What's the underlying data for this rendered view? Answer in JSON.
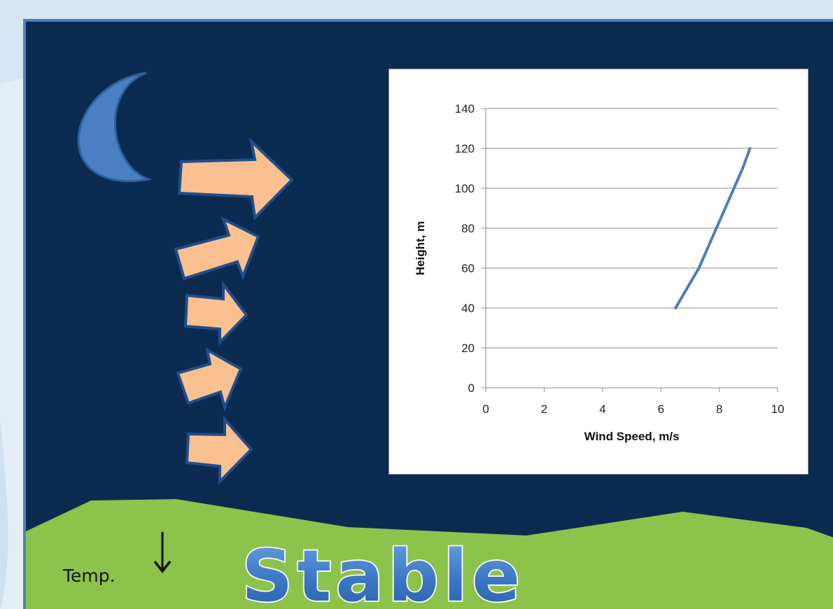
{
  "scene": {
    "colors": {
      "sky": "#0a2a50",
      "ground": "#8cc34a",
      "moon": "#4a7fc1",
      "arrow_fill": "#fac090",
      "arrow_stroke": "#1f4e8a",
      "stable_text": "#3a76c4"
    },
    "icons": [
      "moon-icon",
      "wind-arrow-icon",
      "down-arrow-icon"
    ],
    "temp_label": "Temp.",
    "stability_label": "Stable"
  },
  "chart_data": {
    "type": "line",
    "xlabel": "Wind Speed, m/s",
    "ylabel": "Height, m",
    "xlim": [
      0,
      10
    ],
    "ylim": [
      0,
      140
    ],
    "xticks": [
      0,
      2,
      4,
      6,
      8,
      10
    ],
    "yticks": [
      0,
      20,
      40,
      60,
      80,
      100,
      120,
      140
    ],
    "grid": "horizontal",
    "series": [
      {
        "color": "#4a7ebb",
        "x": [
          6.5,
          6.9,
          7.3,
          7.6,
          7.9,
          8.2,
          8.5,
          8.8,
          9.05
        ],
        "y": [
          40,
          50,
          60,
          70,
          80,
          90,
          100,
          110,
          120
        ]
      }
    ]
  }
}
